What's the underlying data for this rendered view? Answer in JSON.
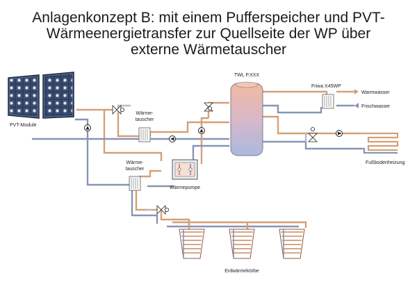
{
  "title": {
    "line1": "Anlagenkonzept B: mit einem Pufferspeicher und PVT-",
    "line2": "Wärmeenergietransfer zur Quellseite der WP über",
    "line3": "externe Wärmetauscher"
  },
  "labels": {
    "pvt": "PVT-Module",
    "tank": "TWL P.XXX",
    "friwa": "Friwa X45WP",
    "warmwasser": "Warmwasser",
    "frischwasser": "Frischwasser",
    "hx1_l1": "Wärme-",
    "hx1_l2": "tauscher",
    "hx2_l1": "Wärme-",
    "hx2_l2": "tauscher",
    "heatpump": "Wärmepumpe",
    "floor": "Fußbodenheizung",
    "baskets": "Erdwärmekörbe"
  },
  "colors": {
    "warm_pipe": "#d4a078",
    "cold_pipe": "#8694b6",
    "grey_pipe": "#b6bccb",
    "tank_top": "#f2b9a0",
    "tank_bottom": "#a9b9e0"
  }
}
